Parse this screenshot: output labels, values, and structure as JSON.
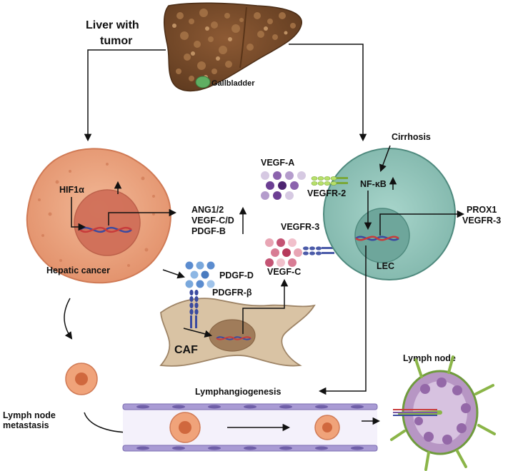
{
  "labels": {
    "liver_with": "Liver with",
    "tumor": "tumor",
    "gallbladder": "Gallbladder",
    "cirrhosis": "Cirrhosis",
    "vegf_a": "VEGF-A",
    "vegfr_2": "VEGFR-2",
    "nf_kb": "NF-κB",
    "hif1a": "HIF1α",
    "ang": "ANG1/2",
    "vegf_cd": "VEGF-C/D",
    "pdgf_b": "PDGF-B",
    "vegfr_3_left": "VEGFR-3",
    "prox1": "PROX1",
    "vegfr_3_right": "VEGFR-3",
    "vegf_c": "VEGF-C",
    "lec": "LEC",
    "hepatic_cancer": "Hepatic cancer",
    "pdgf_d": "PDGF-D",
    "pdgfr_b": "PDGFR-β",
    "caf": "CAF",
    "lymph_node_title": "Lymph node",
    "lymphangiogenesis": "Lymphangiogenesis",
    "lymph_node_line1": "Lymph node",
    "lymph_node_line2": "metastasis"
  },
  "colors": {
    "liver": "#7a4b2a",
    "cancer_cell": "#e9a27f",
    "cancer_nucleus": "#c9604a",
    "lec_cell": "#8fc3b8",
    "lec_nucleus": "#6aa89c",
    "caf_cell": "#d8c0a0",
    "lymph_node": "#9e6fae",
    "vessel": "#a99bd4"
  }
}
